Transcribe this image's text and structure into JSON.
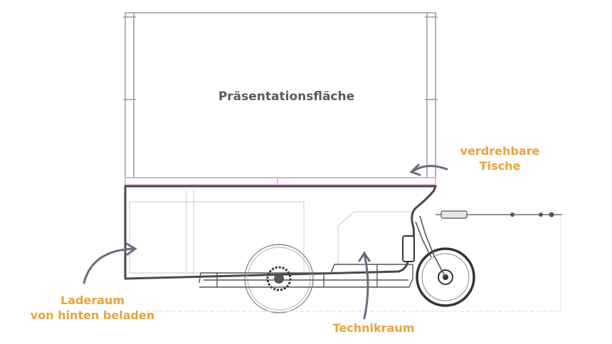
{
  "labels": {
    "presentation": "Präsentationsfläche",
    "tables_line1": "verdrehbare",
    "tables_line2": "Tische",
    "cargo_line1": "Laderaum",
    "cargo_line2": "von hinten beladen",
    "tech": "Technikraum"
  },
  "colors": {
    "label": "#e8a23c",
    "title": "#5b5b5b",
    "arrow": "#6b6b80",
    "table": "#e9a6e6",
    "outline": "#4a4a4a",
    "thin": "#9a9a9a"
  }
}
